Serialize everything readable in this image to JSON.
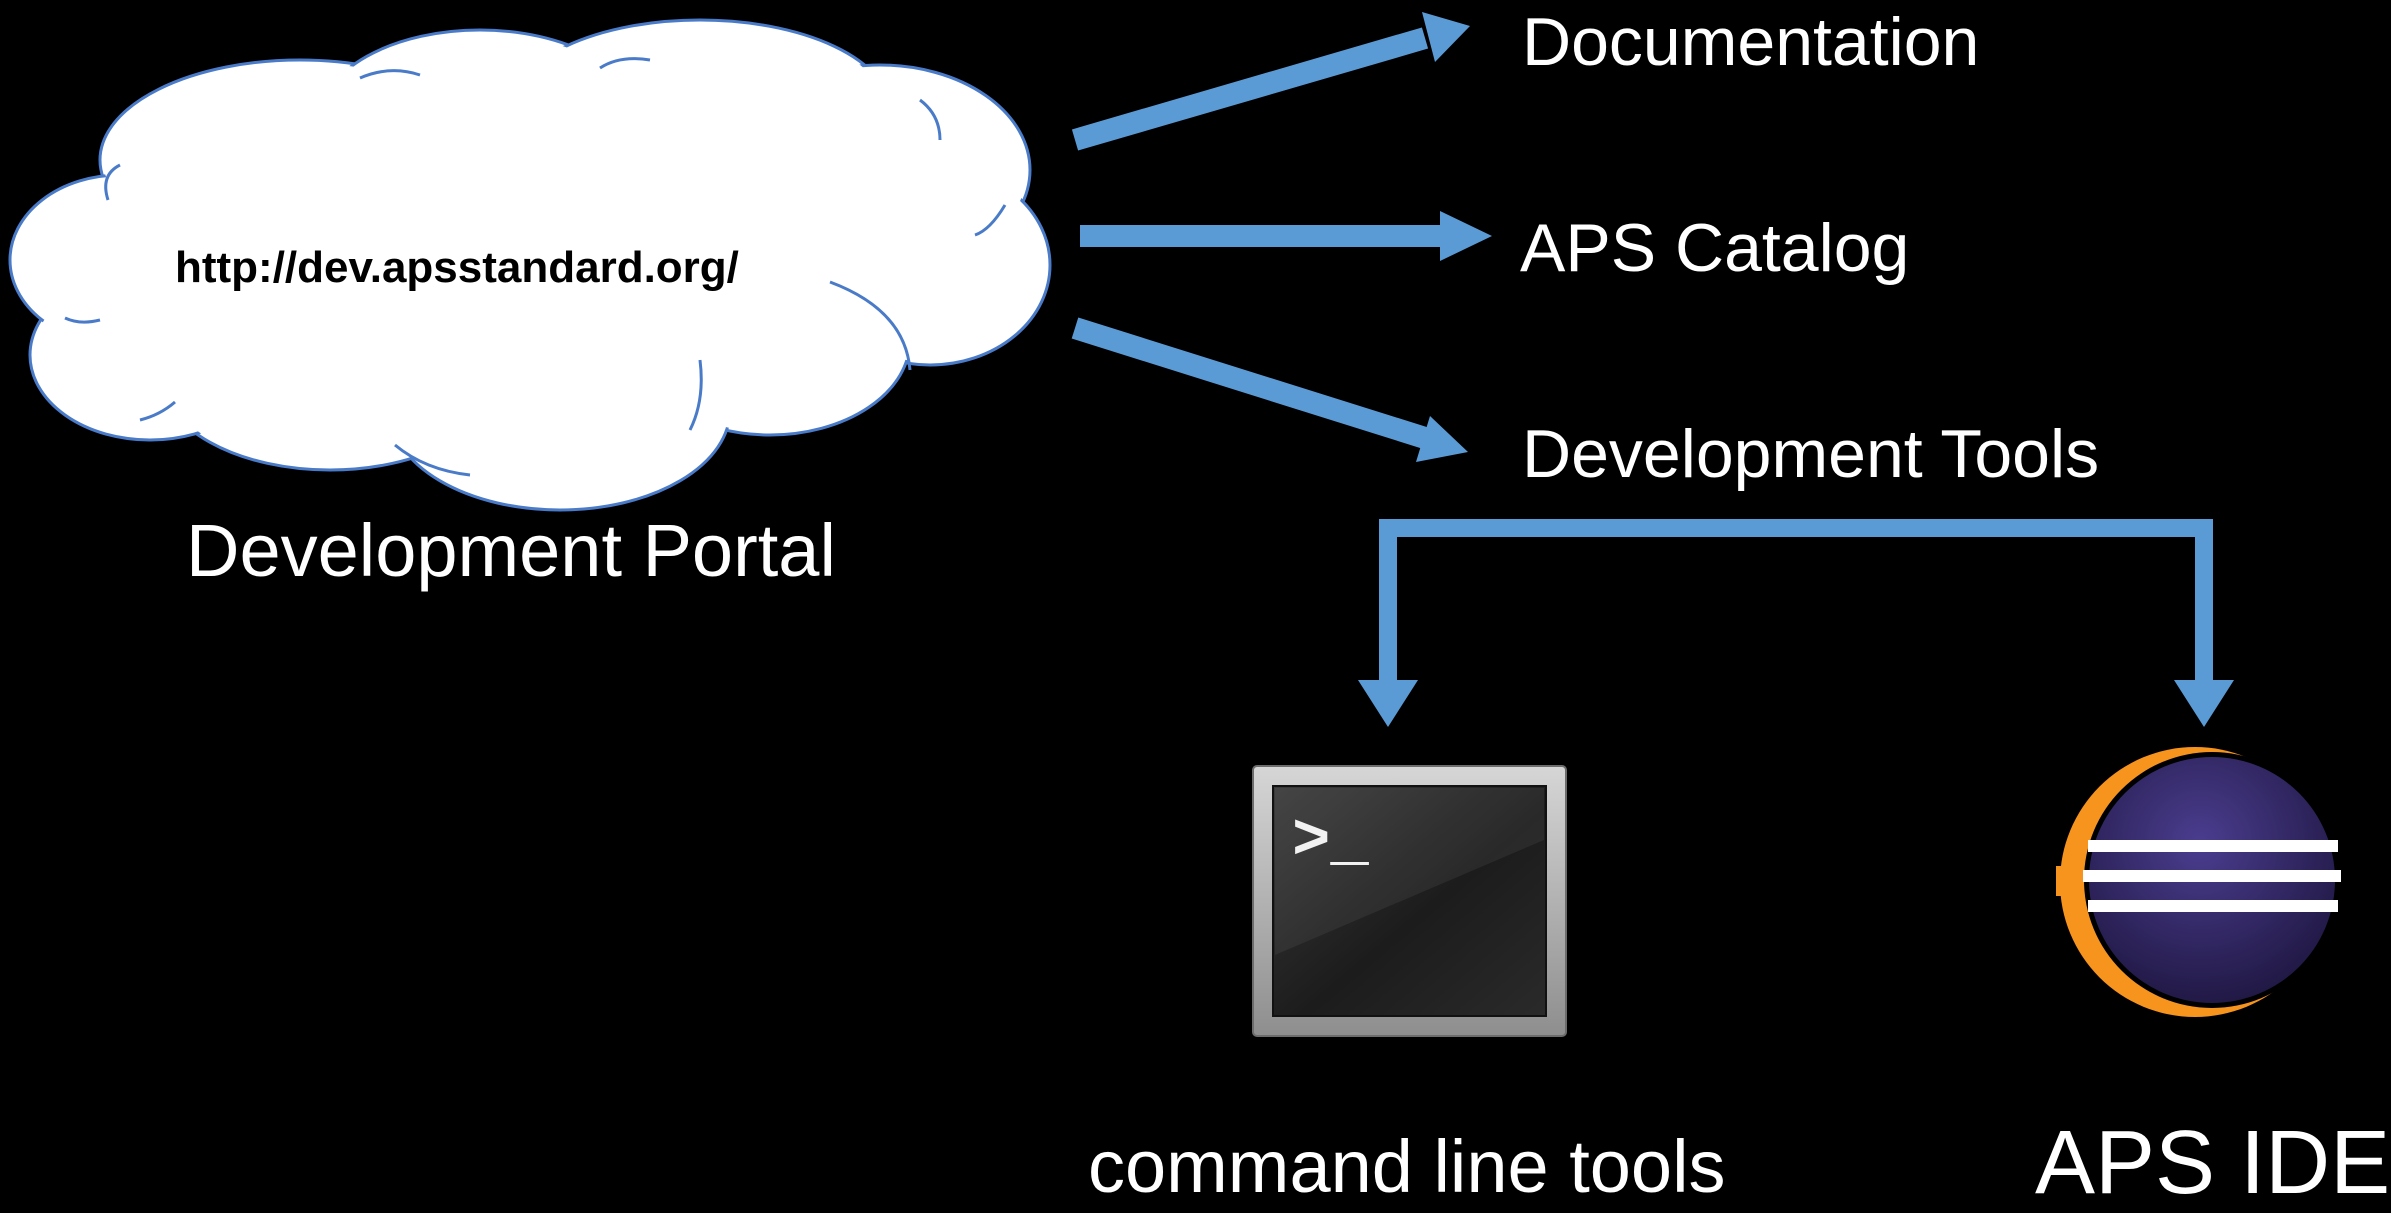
{
  "portal": {
    "url": "http://dev.apsstandard.org/",
    "label": "Development Portal"
  },
  "resources": {
    "documentation": "Documentation",
    "catalog": "APS Catalog",
    "dev_tools": "Development Tools"
  },
  "tools": {
    "command_line": "command line tools",
    "ide": "APS IDE"
  },
  "icons": {
    "cloud": "cloud-icon",
    "terminal": "terminal-icon",
    "ide": "eclipse-icon",
    "terminal_prompt": ">_"
  },
  "colors": {
    "background": "#000000",
    "arrow": "#5b9bd5",
    "cloud_fill": "#ffffff",
    "cloud_outline": "#4a7bc8",
    "text": "#ffffff",
    "eclipse_orange": "#f7941e",
    "eclipse_purple": "#2c2255"
  }
}
